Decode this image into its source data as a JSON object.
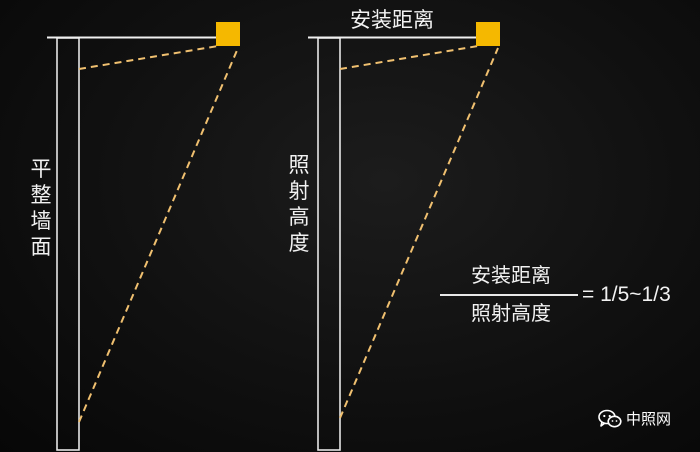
{
  "left_panel": {
    "wall_label": "平整墙面"
  },
  "right_panel": {
    "distance_label": "安装距离",
    "height_label": "照射高度"
  },
  "formula": {
    "numerator": "安装距离",
    "denominator": "照射高度",
    "ratio": "= 1/5~1/3"
  },
  "watermark": {
    "text": "中照网",
    "icon": "wechat-icon"
  },
  "colors": {
    "background": "#0e0e0e",
    "wall_outline": "#e6e6e6",
    "fixture": "#f5b800",
    "beam_dash": "#f0c070",
    "text": "#f2f2f2"
  }
}
